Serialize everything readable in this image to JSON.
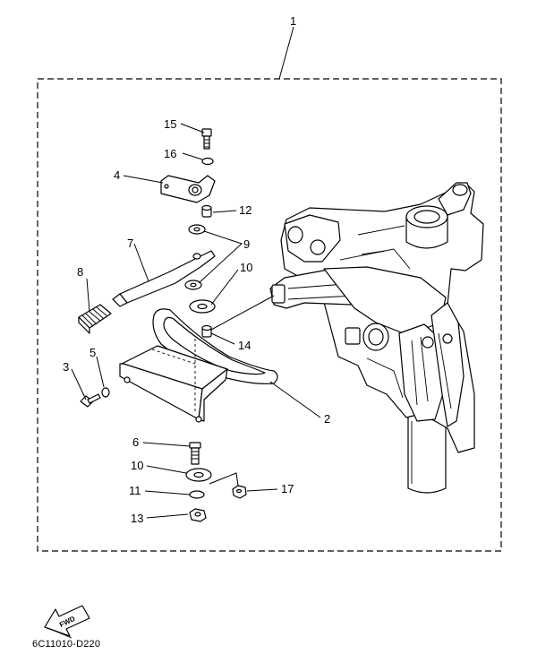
{
  "callouts": {
    "c1": "1",
    "c2": "2",
    "c3": "3",
    "c4": "4",
    "c5": "5",
    "c6": "6",
    "c7": "7",
    "c8": "8",
    "c9": "9",
    "c10a": "10",
    "c10b": "10",
    "c11": "11",
    "c12": "12",
    "c13": "13",
    "c14": "14",
    "c15": "15",
    "c16": "16",
    "c17": "17"
  },
  "fwd_label": "FWD",
  "diagram_code": "6C11010-D220"
}
